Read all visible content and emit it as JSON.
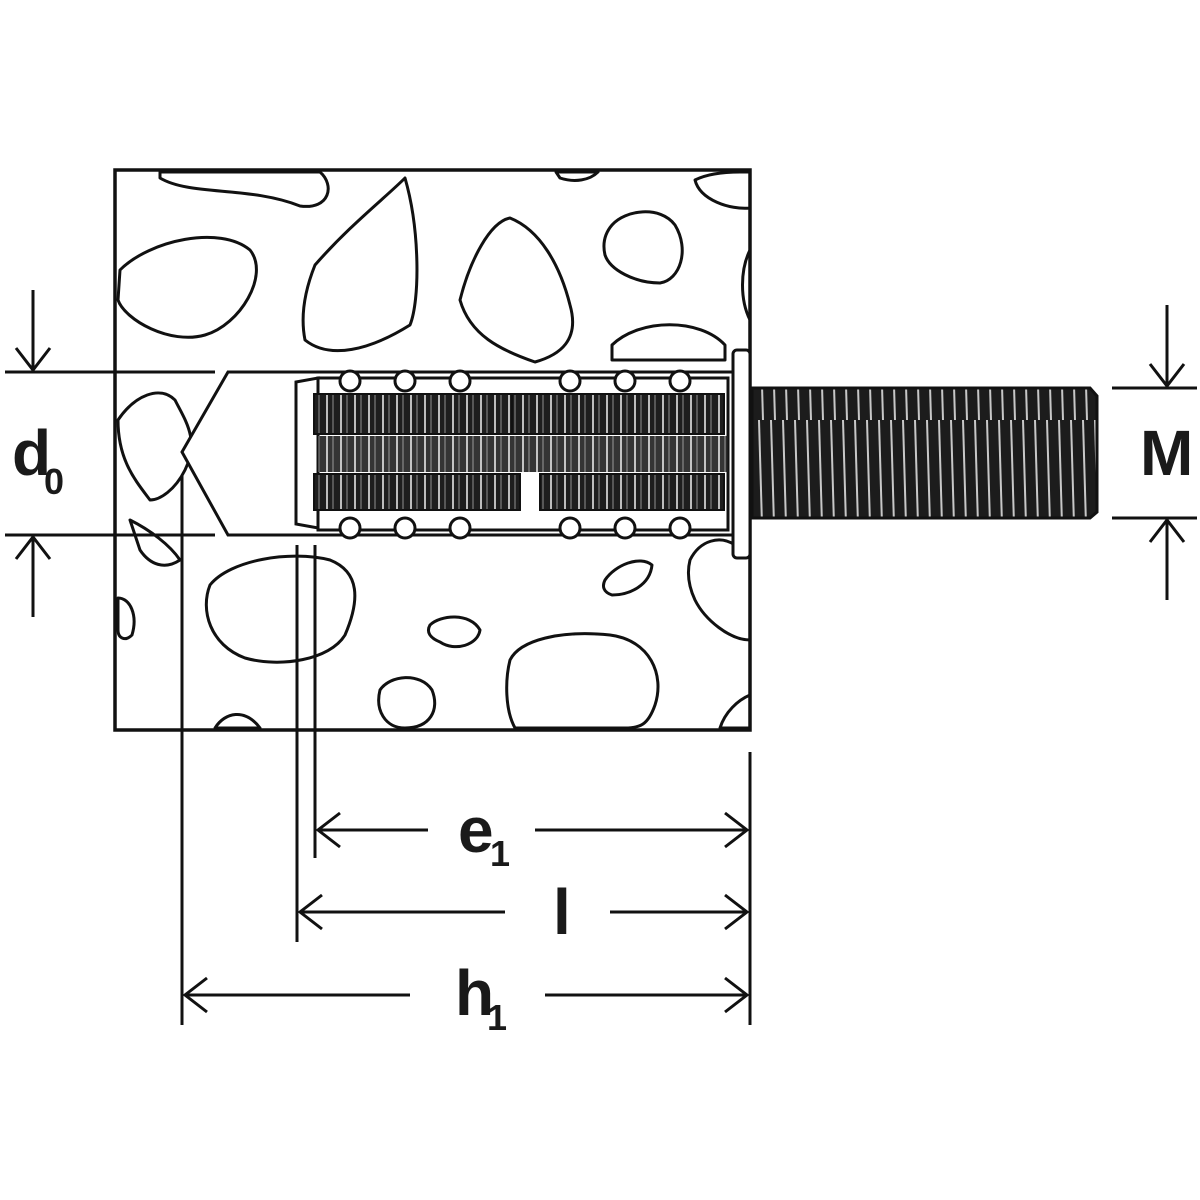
{
  "labels": {
    "d0": {
      "main": "d",
      "sub": "0"
    },
    "M": {
      "main": "M"
    },
    "e1": {
      "main": "e",
      "sub": "1"
    },
    "l": {
      "main": "l"
    },
    "h1": {
      "main": "h",
      "sub": "1"
    }
  },
  "colors": {
    "line": "#111111",
    "background": "#ffffff",
    "anchor": "#1a1a1a"
  }
}
